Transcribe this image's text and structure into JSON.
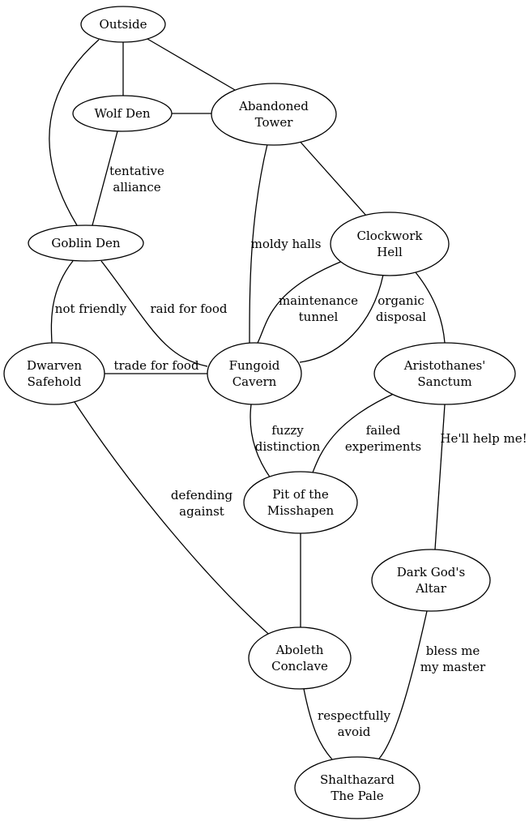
{
  "nodes": [
    {
      "id": "outside",
      "lines": [
        "Outside"
      ]
    },
    {
      "id": "wolf-den",
      "lines": [
        "Wolf Den"
      ]
    },
    {
      "id": "abandoned-tower",
      "lines": [
        "Abandoned",
        "Tower"
      ]
    },
    {
      "id": "goblin-den",
      "lines": [
        "Goblin Den"
      ]
    },
    {
      "id": "clockwork-hell",
      "lines": [
        "Clockwork",
        "Hell"
      ]
    },
    {
      "id": "dwarven-safehold",
      "lines": [
        "Dwarven",
        "Safehold"
      ]
    },
    {
      "id": "fungoid-cavern",
      "lines": [
        "Fungoid",
        "Cavern"
      ]
    },
    {
      "id": "aristothanes-sanctum",
      "lines": [
        "Aristothanes'",
        "Sanctum"
      ]
    },
    {
      "id": "pit-of-the-misshapen",
      "lines": [
        "Pit of the",
        "Misshapen"
      ]
    },
    {
      "id": "dark-gods-altar",
      "lines": [
        "Dark God's",
        "Altar"
      ]
    },
    {
      "id": "aboleth-conclave",
      "lines": [
        "Aboleth",
        "Conclave"
      ]
    },
    {
      "id": "shalthazard-the-pale",
      "lines": [
        "Shalthazard",
        "The Pale"
      ]
    }
  ],
  "edges": [
    {
      "from": "outside",
      "to": "wolf-den",
      "label": []
    },
    {
      "from": "outside",
      "to": "abandoned-tower",
      "label": []
    },
    {
      "from": "outside",
      "to": "goblin-den",
      "label": []
    },
    {
      "from": "wolf-den",
      "to": "abandoned-tower",
      "label": []
    },
    {
      "from": "wolf-den",
      "to": "goblin-den",
      "label": [
        "tentative",
        "alliance"
      ]
    },
    {
      "from": "abandoned-tower",
      "to": "fungoid-cavern",
      "label": [
        "moldy halls"
      ]
    },
    {
      "from": "abandoned-tower",
      "to": "clockwork-hell",
      "label": []
    },
    {
      "from": "goblin-den",
      "to": "dwarven-safehold",
      "label": [
        "not friendly"
      ]
    },
    {
      "from": "goblin-den",
      "to": "fungoid-cavern",
      "label": [
        "raid for food"
      ]
    },
    {
      "from": "clockwork-hell",
      "to": "fungoid-cavern",
      "label": [
        "maintenance",
        "tunnel"
      ]
    },
    {
      "from": "clockwork-hell",
      "to": "fungoid-cavern",
      "label": [
        "organic",
        "disposal"
      ]
    },
    {
      "from": "clockwork-hell",
      "to": "aristothanes-sanctum",
      "label": []
    },
    {
      "from": "dwarven-safehold",
      "to": "fungoid-cavern",
      "label": [
        "trade for food"
      ]
    },
    {
      "from": "dwarven-safehold",
      "to": "aboleth-conclave",
      "label": [
        "defending",
        "against"
      ]
    },
    {
      "from": "fungoid-cavern",
      "to": "pit-of-the-misshapen",
      "label": [
        "fuzzy",
        "distinction"
      ]
    },
    {
      "from": "aristothanes-sanctum",
      "to": "pit-of-the-misshapen",
      "label": [
        "failed",
        "experiments"
      ]
    },
    {
      "from": "aristothanes-sanctum",
      "to": "dark-gods-altar",
      "label": [
        "He'll help me!"
      ]
    },
    {
      "from": "pit-of-the-misshapen",
      "to": "aboleth-conclave",
      "label": []
    },
    {
      "from": "aboleth-conclave",
      "to": "shalthazard-the-pale",
      "label": [
        "respectfully",
        "avoid"
      ]
    },
    {
      "from": "dark-gods-altar",
      "to": "shalthazard-the-pale",
      "label": [
        "bless me",
        "my master"
      ]
    }
  ]
}
